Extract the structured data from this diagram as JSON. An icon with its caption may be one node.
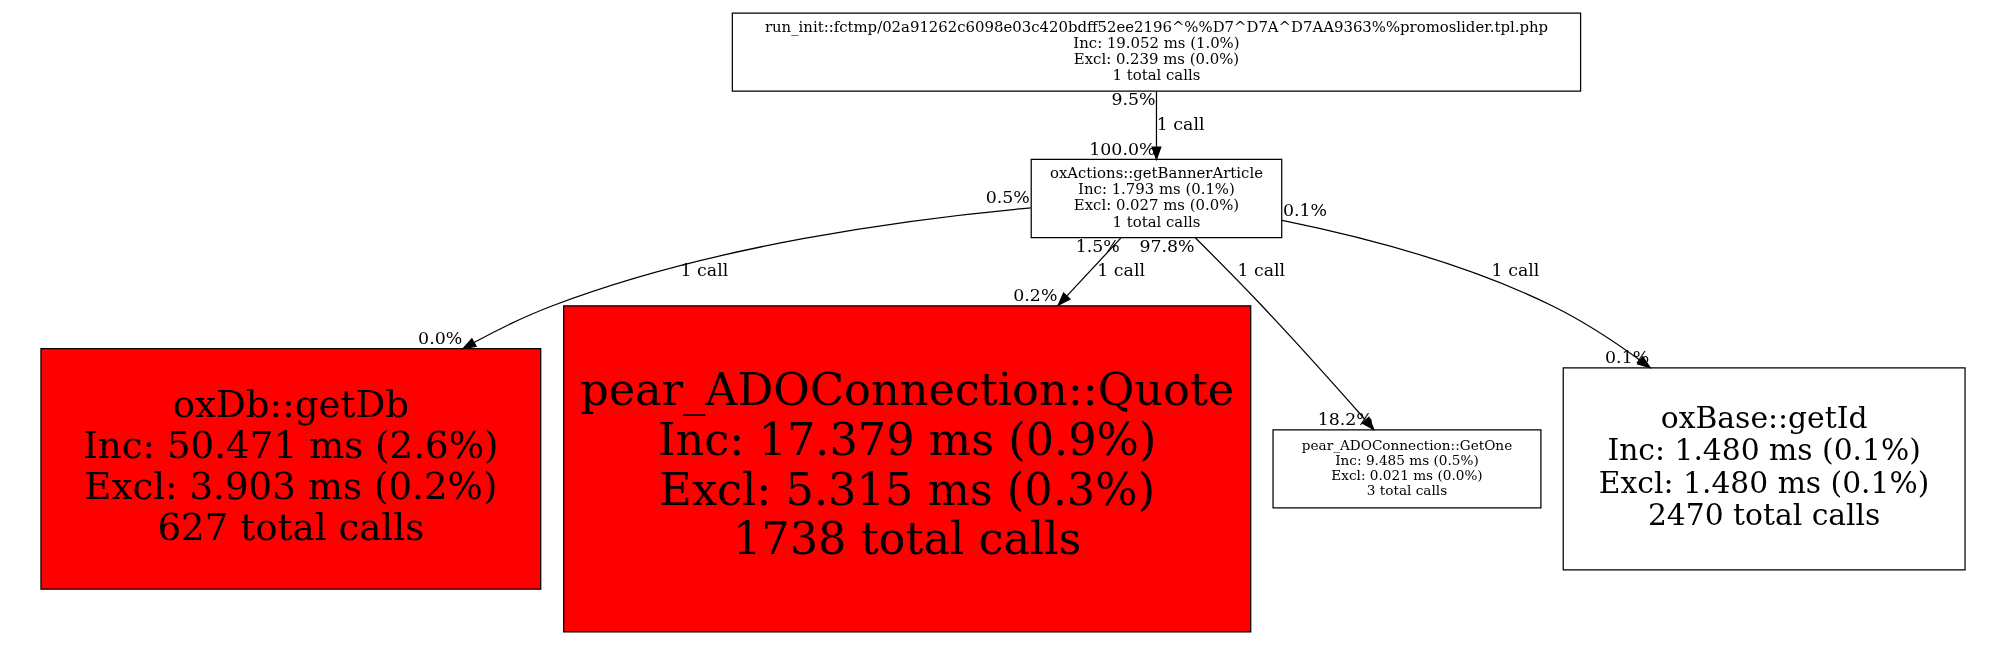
{
  "diagram": {
    "nodes": [
      {
        "text": [
          "run_init::fctmp/02a91262c6098e03c420bdff52ee2196^%%D7^D7A^D7AA9363%%promoslider.tpl.php",
          "Inc: 19.052 ms (1.0%)",
          "Excl: 0.239 ms (0.0%)",
          "1 total calls"
        ],
        "beside": [
          "9.5%"
        ]
      },
      {
        "text": [
          "oxActions::getBannerArticle",
          "Inc: 1.793 ms (0.1%)",
          "Excl: 0.027 ms (0.0%)",
          "1 total calls"
        ],
        "beside": [
          "100.0%",
          "0.5%",
          "0.1%",
          "1.5%",
          "97.8%"
        ]
      },
      {
        "text": [
          "oxDb::getDb",
          "Inc: 50.471 ms (2.6%)",
          "Excl: 3.903 ms (0.2%)",
          "627 total calls"
        ],
        "beside": [
          "0.0%"
        ]
      },
      {
        "text": [
          "pear_ADOConnection::Quote",
          "Inc: 17.379 ms (0.9%)",
          "Excl: 5.315 ms (0.3%)",
          "1738 total calls"
        ],
        "beside": [
          "0.2%"
        ]
      },
      {
        "text": [
          "pear_ADOConnection::GetOne",
          "Inc: 9.485 ms (0.5%)",
          "Excl: 0.021 ms (0.0%)",
          "3 total calls"
        ],
        "beside": [
          "18.2%"
        ]
      },
      {
        "text": [
          "oxBase::getId",
          "Inc: 1.480 ms (0.1%)",
          "Excl: 1.480 ms (0.1%)",
          "2470 total calls"
        ],
        "beside": [
          "0.1%"
        ]
      }
    ],
    "edges": [
      {
        "from": 0,
        "to": 1,
        "arrow": "to",
        "label": "1 call"
      },
      {
        "from": 1,
        "to": 2,
        "arrow": "to",
        "label": "1 call"
      },
      {
        "from": 1,
        "to": 3,
        "arrow": "to",
        "label": "1 call"
      },
      {
        "from": 1,
        "to": 4,
        "arrow": "to",
        "label": "1 call"
      },
      {
        "from": 1,
        "to": 5,
        "arrow": "to",
        "label": "1 call"
      }
    ]
  }
}
